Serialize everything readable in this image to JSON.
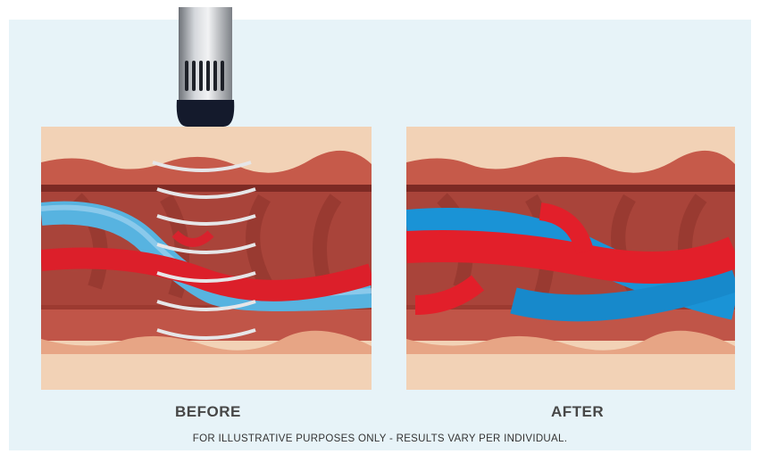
{
  "labels": {
    "before": "BEFORE",
    "after": "AFTER"
  },
  "disclaimer": "FOR ILLUSTRATIVE PURPOSES ONLY - RESULTS VARY PER INDIVIDUAL.",
  "colors": {
    "background": "#e7f3f8",
    "skin": "#f4d4b8",
    "tissue": "#b4453a",
    "artery": "#e4232c",
    "vein": "#1aa0dd",
    "probe": "#9a9ea3",
    "probe_cap": "#141a2c"
  },
  "icons": {
    "probe": "shockwave-probe-icon",
    "waves": "shockwave-arc-icon"
  }
}
